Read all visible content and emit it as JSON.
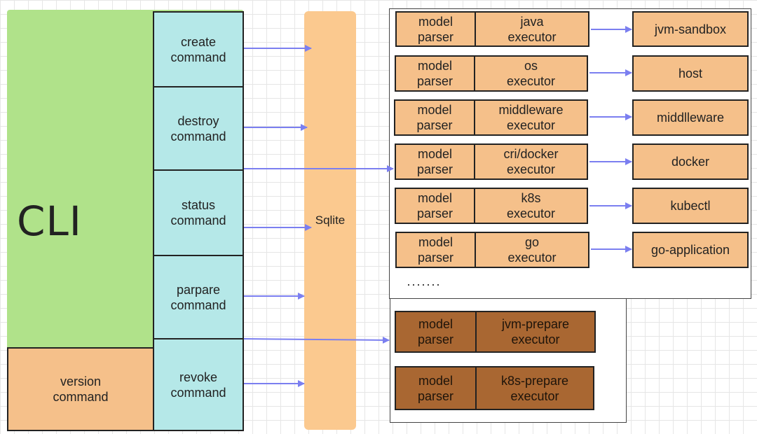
{
  "cli": {
    "label": "CLI"
  },
  "commands": [
    {
      "label": "create\ncommand"
    },
    {
      "label": "destroy\ncommand"
    },
    {
      "label": "status\ncommand"
    },
    {
      "label": "parpare\ncommand"
    },
    {
      "label": "revoke\ncommand"
    }
  ],
  "version": {
    "label": "version\ncommand"
  },
  "sqlite": {
    "label": "Sqlite"
  },
  "executors": [
    {
      "parser": "model\nparser",
      "executor": "java\nexecutor",
      "target": "jvm-sandbox"
    },
    {
      "parser": "model\nparser",
      "executor": "os\nexecutor",
      "target": "host"
    },
    {
      "parser": "model\nparser",
      "executor": "middleware\nexecutor",
      "target": "middlleware"
    },
    {
      "parser": "model\nparser",
      "executor": "cri/docker\nexecutor",
      "target": "docker"
    },
    {
      "parser": "model\nparser",
      "executor": "k8s\nexecutor",
      "target": "kubectl"
    },
    {
      "parser": "model\nparser",
      "executor": "go\nexecutor",
      "target": "go-application"
    }
  ],
  "ellipsis": "·······",
  "prepares": [
    {
      "parser": "model\nparser",
      "executor": "jvm-prepare\nexecutor"
    },
    {
      "parser": "model\nparser",
      "executor": "k8s-prepare\nexecutor"
    }
  ],
  "colors": {
    "cli": "#b0e28a",
    "command": "#b5e8e8",
    "sqlite": "#fbc98f",
    "executor": "#f5c08a",
    "prepare": "#a96732",
    "arrow": "#7b7ff0"
  }
}
